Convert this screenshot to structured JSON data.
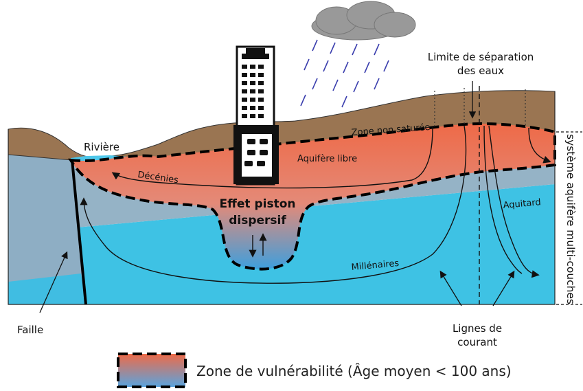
{
  "labels": {
    "riviere": "Rivière",
    "limite_line1": "Limite de séparation",
    "limite_line2": "des eaux",
    "zone_non_saturee": "Zone non saturée",
    "aquifere_libre": "Aquifère libre",
    "decennies": "Décénies",
    "effet_piston_line1": "Effet piston",
    "effet_piston_line2": "dispersif",
    "aquitard": "Aquitard",
    "millenaires": "Millénaires",
    "faille": "Faille",
    "lignes_line1": "Lignes de",
    "lignes_line2": "courant",
    "systeme": "système aquifère multi-couches"
  },
  "legend": {
    "label": "Zone de vulnérabilité (Âge moyen < 100 ans)"
  },
  "colors": {
    "soil": "#9a7552",
    "upper_gray_blue": "#95b3c6",
    "deep_aquifer": "#3ec2e4",
    "vulnerable_top": "#ed6a4a",
    "vulnerable_bottom": "#3e9fdd",
    "cloud": "#999999",
    "rain": "#3b3fae"
  }
}
